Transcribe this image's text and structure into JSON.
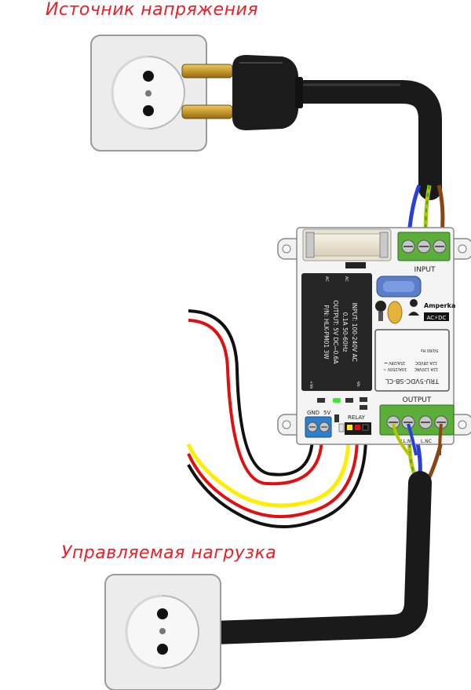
{
  "titles": {
    "source": "Источник напряжения",
    "load": "Управляемая нагрузка"
  },
  "module": {
    "brand": "Amperka",
    "brand_badge": "AC⚡DC",
    "input_label": "INPUT",
    "output_label": "OUTPUT",
    "relay_label": "RELAY",
    "gnd_label": "GND",
    "v5_label": "5V",
    "ac_left": "AC",
    "ac_right": "AC",
    "vo_left": "+Vo",
    "vo_right": "-Vo",
    "output_terminals": [
      "L",
      "L.NO",
      "L.NC"
    ],
    "converter_text": [
      "INPUT: 100-240V AC",
      "0.1A 50-60Hz",
      "OUTPUT: 5V DC⎓0.6A",
      "P/N: HLK-PM01 3W"
    ],
    "relay_text": [
      "TRU-5VDC-SB-CL",
      "10A/250V ~",
      "15A/28V ⎓",
      "12A 120VAC",
      "12A 28VDC",
      "50/60 Hz"
    ]
  },
  "colors": {
    "title": "#e8202a",
    "cable": "#1a1a1a",
    "wire_blue": "#2a3fd6",
    "wire_brown": "#8b4513",
    "wire_yellow_green": "#b5c400",
    "wire_red": "#e01010",
    "wire_yellow": "#ffee00",
    "wire_black": "#111111",
    "pcb": "#f4f4f4",
    "terminal_green": "#5cae3a",
    "terminal_blue": "#2f7fcf",
    "socket": "#ececec"
  }
}
